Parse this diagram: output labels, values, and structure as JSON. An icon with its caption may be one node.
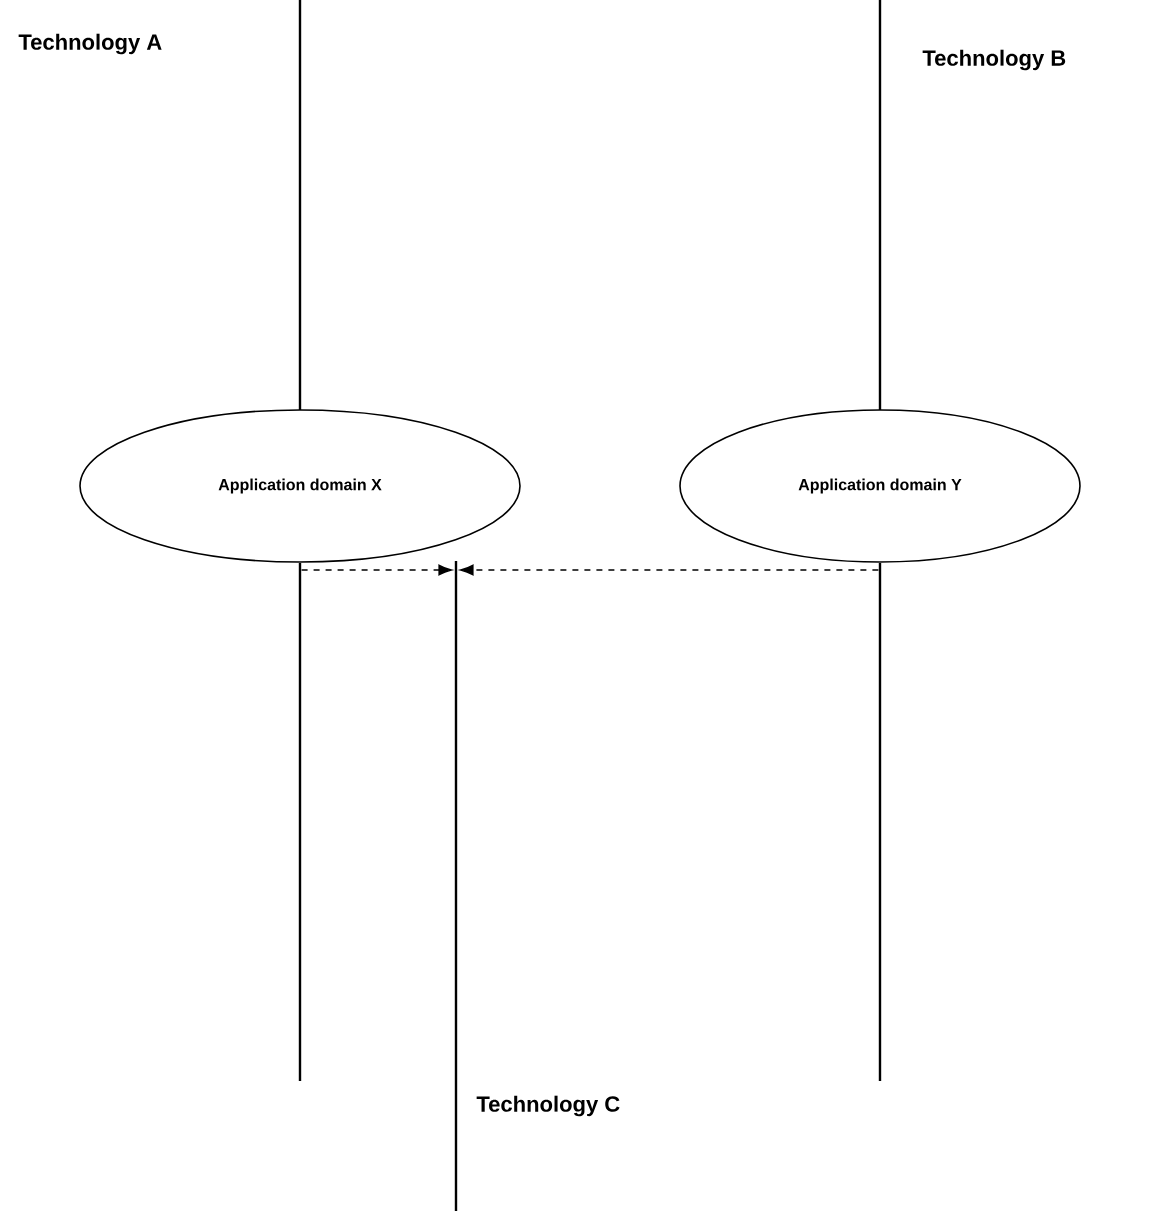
{
  "diagram": {
    "nodes": [
      {
        "text": [],
        "shape": "bar"
      },
      {
        "text": [],
        "shape": "bar"
      },
      {
        "text": [],
        "shape": "bar"
      },
      {
        "text": [
          "Application domain X"
        ]
      },
      {
        "text": [
          "Application domain Y"
        ]
      }
    ],
    "edges": [
      {
        "from": 0,
        "to": 1,
        "arrow": "to",
        "style": "dashed"
      },
      {
        "from": 2,
        "to": 1,
        "arrow": "to",
        "style": "dashed"
      }
    ],
    "labels": [
      "Technology A",
      "Technology B",
      "Technology C"
    ]
  }
}
